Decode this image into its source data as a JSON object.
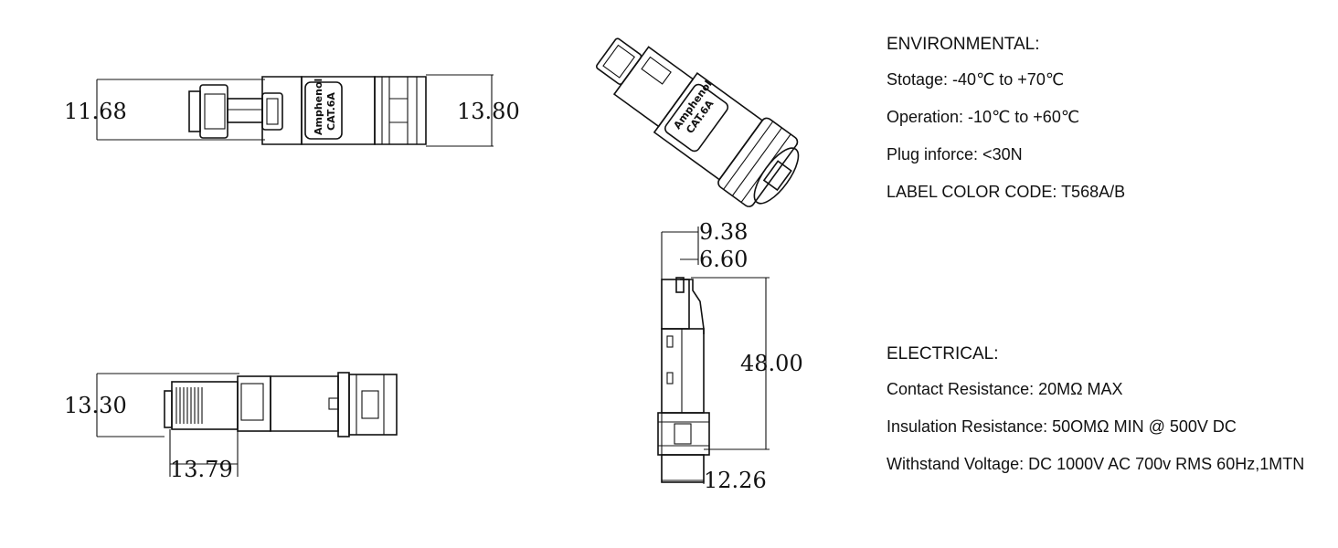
{
  "dimensions": {
    "top_left_height": "11.68",
    "top_right_height": "13.80",
    "bottom_left_height": "13.30",
    "bottom_bottom_width": "13.79",
    "side_top_1": "9.38",
    "side_top_2": "6.60",
    "side_length": "48.00",
    "side_bottom": "12.26"
  },
  "branding": {
    "brand": "Amphenol",
    "category": "CAT.6A"
  },
  "environmental": {
    "heading": "ENVIRONMENTAL:",
    "lines": [
      "Stotage: -40℃  to +70℃",
      "Operation: -10℃  to +60℃",
      "Plug inforce:  <30N",
      "LABEL COLOR CODE: T568A/B"
    ]
  },
  "electrical": {
    "heading": "ELECTRICAL:",
    "lines": [
      "Contact Resistance: 20MΩ  MAX",
      "Insulation Resistance:  50OMΩ  MIN @ 500V DC",
      "Withstand Voltage:  DC 1000V AC 700v RMS 60Hz,1MTN"
    ]
  }
}
